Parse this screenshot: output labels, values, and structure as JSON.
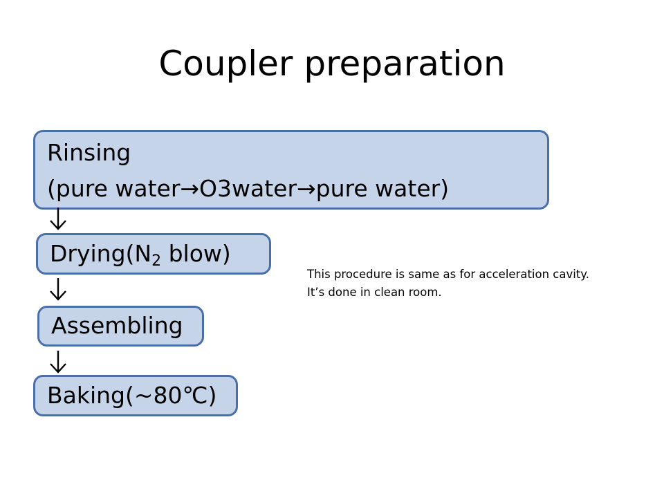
{
  "slide": {
    "title": "Coupler preparation"
  },
  "steps": {
    "rinsing": {
      "line1": "Rinsing",
      "line2": "(pure water→O3water→pure water)"
    },
    "drying": {
      "prefix": "Drying(N",
      "subscript": "2",
      "suffix": " blow)"
    },
    "assembling": {
      "label": "Assembling"
    },
    "baking": {
      "label": "Baking(~80℃)"
    }
  },
  "note": {
    "line1": "This procedure is same as for acceleration cavity.",
    "line2": "It’s done in clean room."
  },
  "colors": {
    "box_fill": "#c6d4ea",
    "box_border": "#4a6fa5",
    "arrow": "#000000"
  },
  "icons": {
    "flow_arrow": "down-arrow-icon"
  }
}
